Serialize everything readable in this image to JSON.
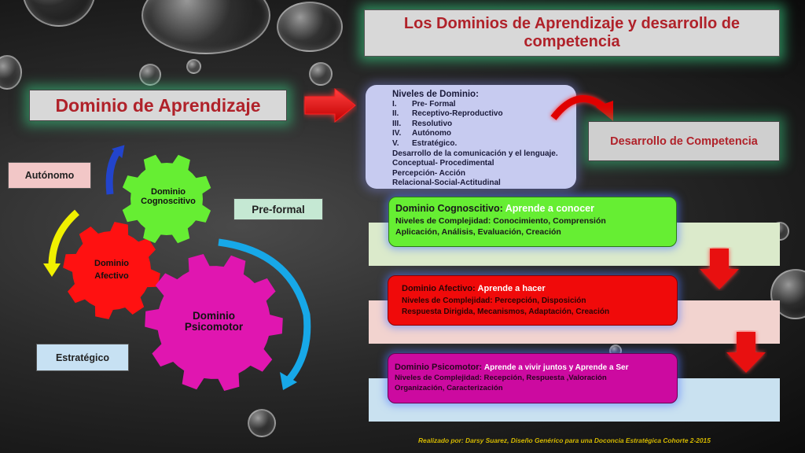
{
  "title": "Los Dominios de Aprendizaje y desarrollo de competencia",
  "dominio_aprendizaje": "Dominio de Aprendizaje",
  "niveles": {
    "heading": "Niveles de Dominio:",
    "items": [
      {
        "num": "I.",
        "label": "Pre- Formal"
      },
      {
        "num": "II.",
        "label": "Receptivo-Reproductivo"
      },
      {
        "num": "III.",
        "label": "Resolutivo"
      },
      {
        "num": "IV.",
        "label": "Autónomo"
      },
      {
        "num": "V.",
        "label": "Estratégico."
      }
    ],
    "extra": [
      "Desarrollo de la comunicación y el lenguaje.",
      "Conceptual- Procedimental",
      "Percepción- Acción",
      "Relacional-Social-Actitudinal"
    ]
  },
  "desarrollo_competencia": "Desarrollo de Competencia",
  "labels": {
    "autonomo": "Autónomo",
    "preformal": "Pre-formal",
    "estrategico": "Estratégico"
  },
  "gears": {
    "cognoscitivo": [
      "Dominio",
      "Cognoscitivo"
    ],
    "afectivo": [
      "Dominio",
      "Afectivo"
    ],
    "psicomotor": [
      "Dominio",
      "Psicomotor"
    ]
  },
  "cards": {
    "cognoscitivo": {
      "title_a": "Dominio Cognoscitivo:",
      "title_b": "Aprende a conocer",
      "line1": "Niveles de Complejidad: Conocimiento, Comprensión",
      "line2": "Aplicación, Análisis, Evaluación, Creación"
    },
    "afectivo": {
      "title_a": "Dominio Afectivo:",
      "title_b": "Aprende a hacer",
      "line1": "Niveles de Complejidad: Percepción, Disposición",
      "line2": "Respuesta Dirigida, Mecanismos, Adaptación, Creación"
    },
    "psicomotor": {
      "title_a": "Dominio Psicomotor:",
      "title_b": "Aprende a vivir juntos y  Aprende a Ser",
      "line1": "Niveles de Complejidad: Recepción, Respuesta ,Valoración",
      "line2": "Organización, Caracterización"
    }
  },
  "footer": "Realizado por: Darsy Suarez, Diseño Genérico para una Doconcia Estratégica Cohorte 2-2015",
  "colors": {
    "title_red": "#b0222a",
    "green_card": "#66ee33",
    "red_card": "#f00a0a",
    "magenta_card": "#cc0aa0",
    "gear_green": "#66ee33",
    "gear_red": "#ff1111",
    "gear_magenta": "#e016b0"
  }
}
